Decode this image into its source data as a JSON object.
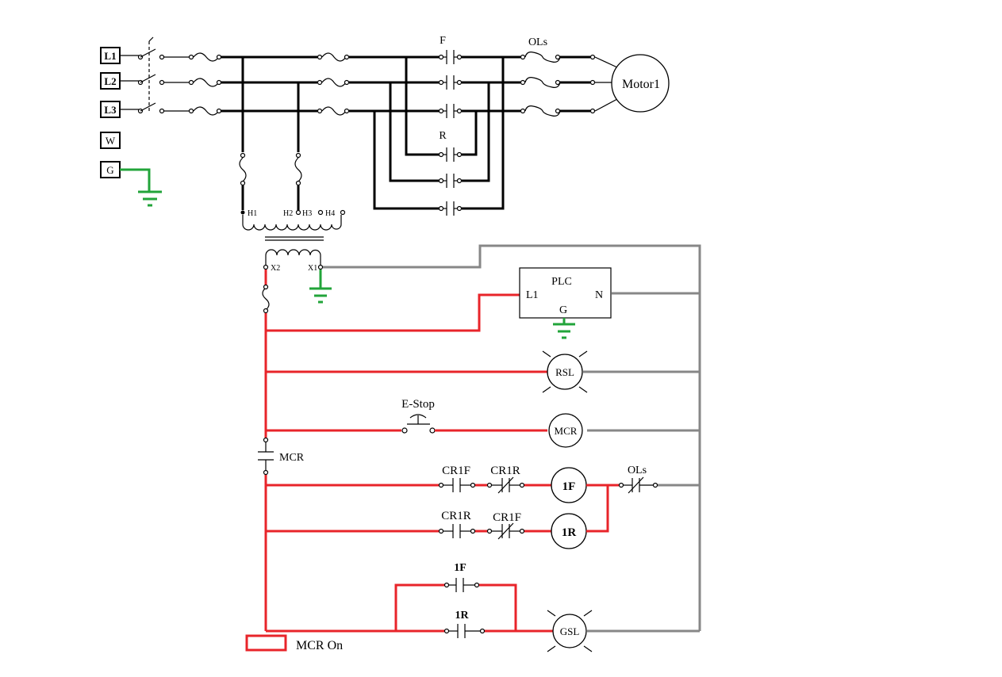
{
  "lines": [
    "L1",
    "L2",
    "L3"
  ],
  "w_label": "W",
  "g_label": "G",
  "forward_label": "F",
  "reverse_label": "R",
  "overloads_label": "OLs",
  "motor_label": "Motor1",
  "transformer": {
    "h1": "H1",
    "h2": "H2",
    "h3": "H3",
    "h4": "H4",
    "x1": "X1",
    "x2": "X2"
  },
  "plc": {
    "title": "PLC",
    "l1": "L1",
    "n": "N",
    "g": "G"
  },
  "lamps": {
    "rsl": "RSL",
    "gsl": "GSL"
  },
  "estop_label": "E-Stop",
  "mcr_coil": "MCR",
  "mcr_contact": "MCR",
  "rung_forward": {
    "contact_no": "CR1F",
    "contact_nc": "CR1R",
    "coil": "1F"
  },
  "rung_reverse": {
    "contact_no": "CR1R",
    "contact_nc": "CR1F",
    "coil": "1R"
  },
  "ols_nc_label": "OLs",
  "hold_1f": "1F",
  "hold_1r": "1R",
  "mcr_on_label": "MCR On",
  "colors": {
    "hot": "#e8242a",
    "neutral": "#878787",
    "ground": "#22a43a",
    "power": "#000000"
  }
}
